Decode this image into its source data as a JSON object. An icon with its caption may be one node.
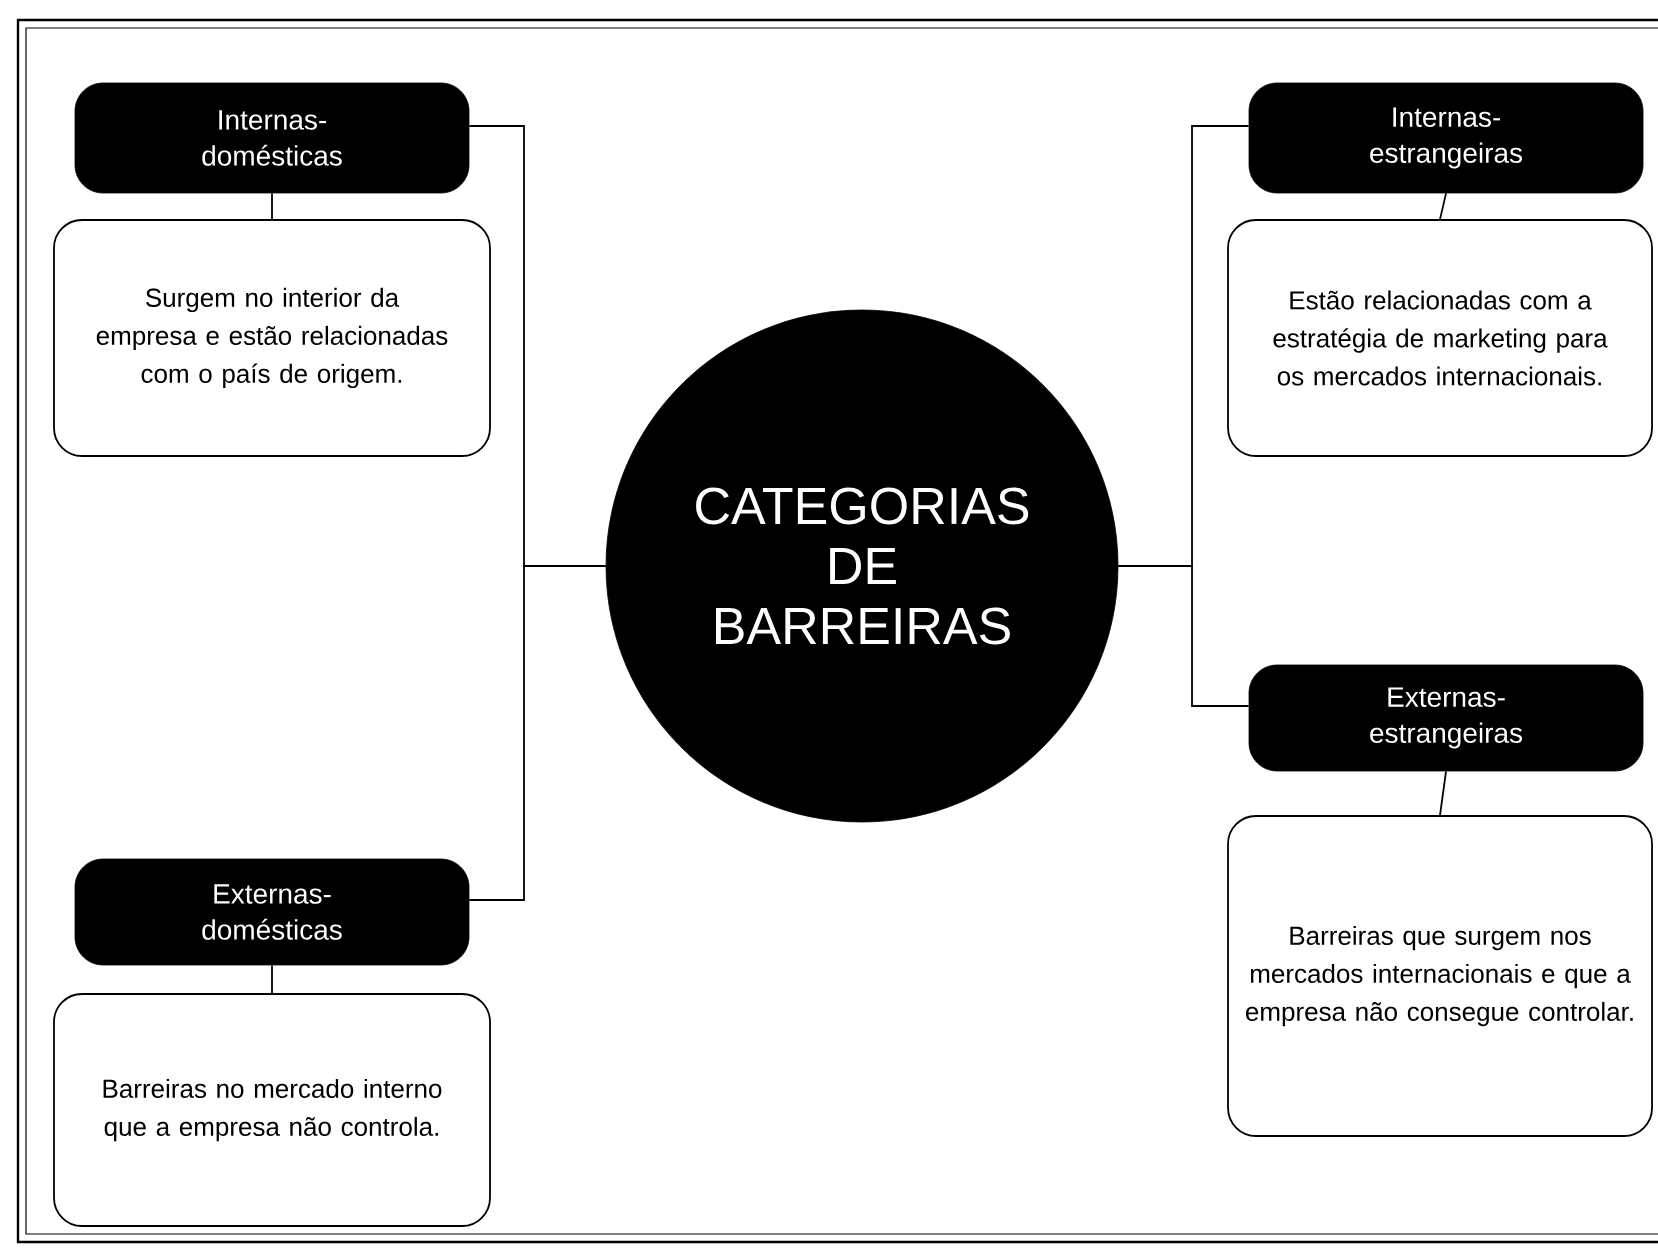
{
  "diagram": {
    "nodes": [
      {
        "text": [
          "Internas-domésticas"
        ]
      },
      {
        "text": [
          "Surgem no interior da empresa e estão relacionadas com o país de origem."
        ]
      },
      {
        "text": [
          "Internas-estrangeiras"
        ]
      },
      {
        "text": [
          "Estão relacionadas com a estratégia de marketing para os mercados internacionais."
        ]
      },
      {
        "text": [
          "CATEGORIAS DE BARREIRAS"
        ]
      },
      {
        "text": [
          "Externas-estrangeiras"
        ]
      },
      {
        "text": [
          "Barreiras que surgem nos mercados internacionais e que a empresa não consegue controlar."
        ]
      },
      {
        "text": [
          "Externas-domésticas"
        ]
      },
      {
        "text": [
          "Barreiras no mercado interno que a empresa não controla."
        ]
      }
    ],
    "edges": [
      {
        "from": 4,
        "to": 0,
        "arrow": "none"
      },
      {
        "from": 4,
        "to": 7,
        "arrow": "none"
      },
      {
        "from": 4,
        "to": 2,
        "arrow": "none"
      },
      {
        "from": 4,
        "to": 5,
        "arrow": "none"
      },
      {
        "from": 0,
        "to": 1,
        "arrow": "none"
      },
      {
        "from": 2,
        "to": 3,
        "arrow": "none"
      },
      {
        "from": 5,
        "to": 6,
        "arrow": "none"
      },
      {
        "from": 7,
        "to": 8,
        "arrow": "none"
      }
    ]
  }
}
